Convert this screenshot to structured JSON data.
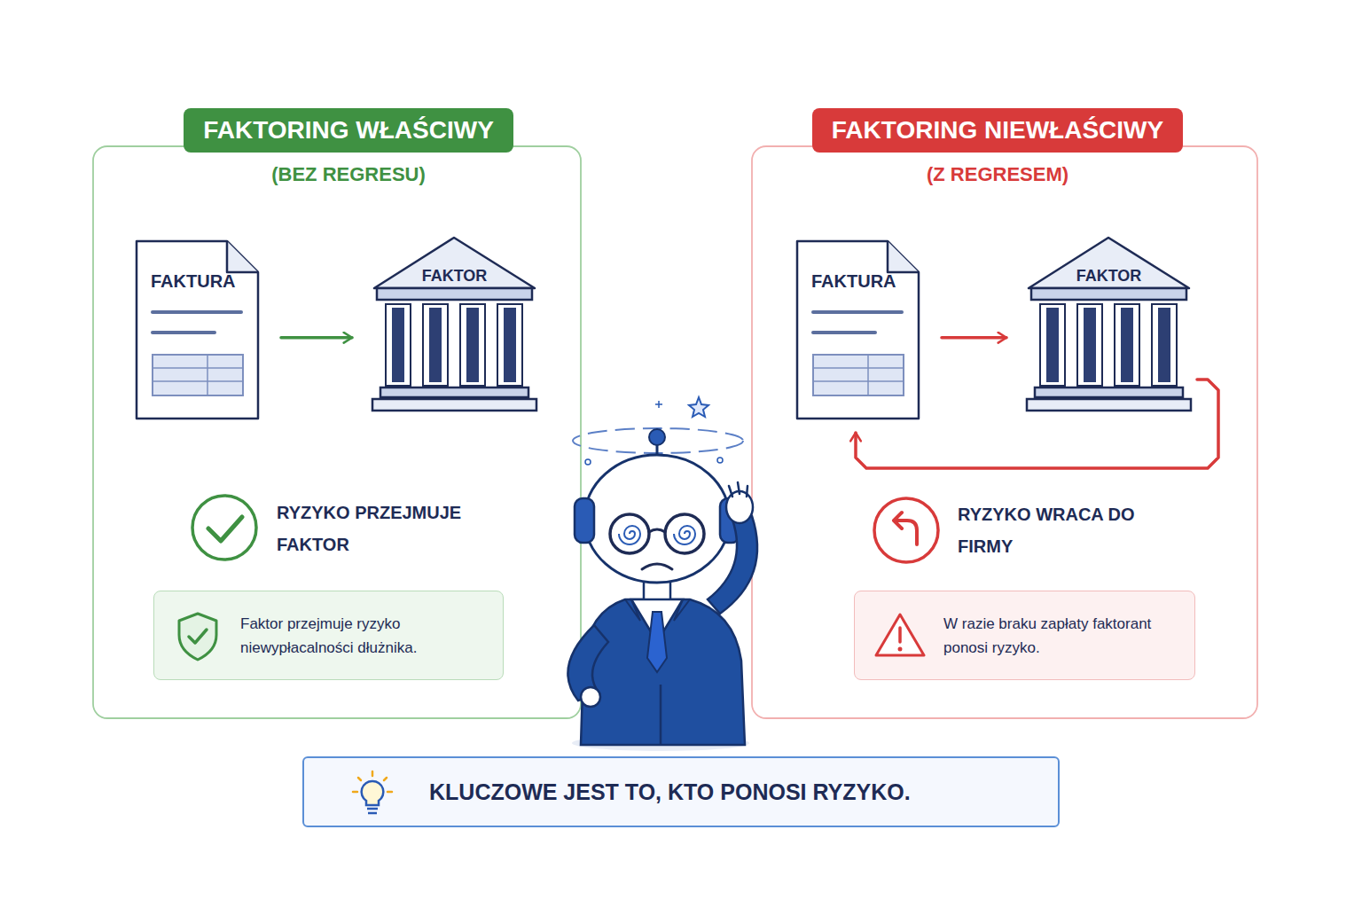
{
  "diagram": {
    "nodes": [
      {
        "text": [
          "FAKTORING WŁAŚCIWY",
          "(BEZ REGRESU)"
        ]
      },
      {
        "text": [
          "FAKTURA"
        ],
        "in": 0
      },
      {
        "text": [
          "FAKTOR"
        ],
        "in": 0
      },
      {
        "text": [
          "Faktor przejmuje ryzyko niewypłacalności dłużnika."
        ],
        "in": 0
      },
      {
        "text": [
          "FAKTORING NIEWŁAŚCIWY",
          "(Z REGRESEM)"
        ]
      },
      {
        "text": [
          "FAKTURA"
        ],
        "in": 4
      },
      {
        "text": [
          "FAKTOR"
        ],
        "in": 4
      },
      {
        "text": [
          "W razie braku zapłaty faktorant ponosi ryzyko."
        ],
        "in": 4
      },
      {
        "text": [
          "KLUCZOWE JEST TO, KTO PONOSI RYZYKO."
        ]
      }
    ],
    "edges": [
      {
        "from": 1,
        "to": 2,
        "arrow": "to"
      },
      {
        "from": 5,
        "to": 6,
        "arrow": "to"
      },
      {
        "from": 6,
        "to": 5,
        "arrow": "to"
      }
    ],
    "labels": [
      "RYZYKO PRZEJMUJE FAKTOR",
      "RYZYKO WRACA DO FIRMY"
    ]
  }
}
